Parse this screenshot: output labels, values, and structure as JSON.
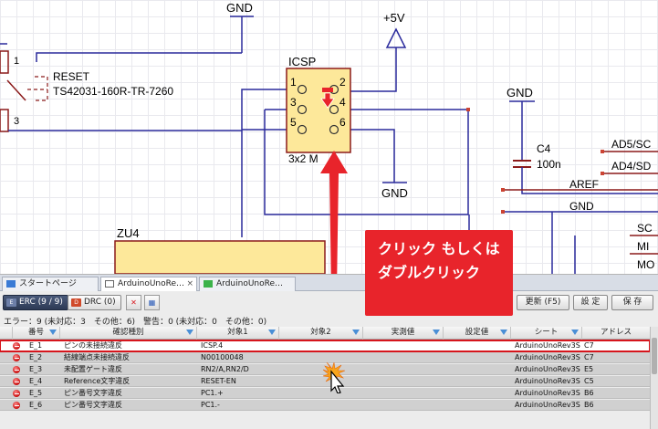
{
  "schematic": {
    "gnd_top": "GND",
    "vcc_label": "+5V",
    "reset_label": "RESET",
    "reset_part": "TS42031-160R-TR-7260",
    "switch_pin1": "1",
    "switch_pin3": "3",
    "icsp_label": "ICSP",
    "icsp_pins": [
      "1",
      "2",
      "3",
      "4",
      "5",
      "6"
    ],
    "icsp_value": "3x2 M",
    "gnd_icsp": "GND",
    "gnd_c4": "GND",
    "c4_label": "C4",
    "c4_value": "100n",
    "net_ad5": "AD5/SC",
    "net_ad4": "AD4/SD",
    "net_aref": "AREF",
    "net_gnd": "GND",
    "net_sc": "SC",
    "net_mi": "MI",
    "net_mo": "MO",
    "zu4_label": "ZU4",
    "colors": {
      "wire": "#2a2a9c",
      "part_fill": "#fde89a",
      "highlight": "#d6151c"
    }
  },
  "callout": {
    "line1": "クリック もしくは",
    "line2": "ダブルクリック"
  },
  "tabs": [
    {
      "label": "スタートページ",
      "icon": "start-page-icon"
    },
    {
      "label": "ArduinoUnoRe…",
      "icon": "schematic-icon"
    },
    {
      "label": "ArduinoUnoRe…",
      "icon": "pcb-icon"
    }
  ],
  "toolbar": {
    "erc_label": "ERC (9 / 9)",
    "drc_label": "DRC (0)",
    "refresh_label": "更新 (F5)",
    "settings_label": "設 定",
    "save_label": "保 存"
  },
  "summary": "エラー：9 (未対応：3　その他：6)　警告：0 (未対応：0　その他：0)",
  "table": {
    "headers": [
      "番号",
      "確認種別",
      "対象1",
      "対象2",
      "実測値",
      "設定値",
      "シート",
      "アドレス"
    ],
    "rows": [
      {
        "id": "E_1",
        "type": "ピンの未接続違反",
        "target1": "ICSP.4",
        "target2": "",
        "measured": "",
        "setting": "",
        "sheet": "ArduinoUnoRev3S",
        "address": "C7"
      },
      {
        "id": "E_2",
        "type": "結線端点未接続違反",
        "target1": "N00100048",
        "target2": "",
        "measured": "",
        "setting": "",
        "sheet": "ArduinoUnoRev3S",
        "address": "C7"
      },
      {
        "id": "E_3",
        "type": "未配置ゲート違反",
        "target1": "RN2/A,RN2/D",
        "target2": "",
        "measured": "",
        "setting": "",
        "sheet": "ArduinoUnoRev3S",
        "address": "E5"
      },
      {
        "id": "E_4",
        "type": "Reference文字違反",
        "target1": "RESET-EN",
        "target2": "",
        "measured": "",
        "setting": "",
        "sheet": "ArduinoUnoRev3S",
        "address": "C5"
      },
      {
        "id": "E_5",
        "type": "ピン番号文字違反",
        "target1": "PC1.+",
        "target2": "",
        "measured": "",
        "setting": "",
        "sheet": "ArduinoUnoRev3S",
        "address": "B6"
      },
      {
        "id": "E_6",
        "type": "ピン番号文字違反",
        "target1": "PC1.-",
        "target2": "",
        "measured": "",
        "setting": "",
        "sheet": "ArduinoUnoRev3S",
        "address": "B6"
      }
    ]
  }
}
